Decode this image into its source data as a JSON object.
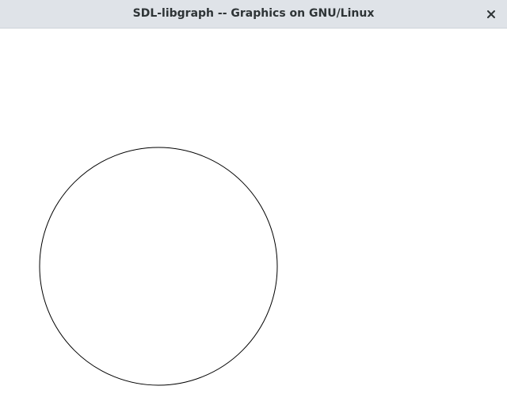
{
  "window": {
    "title": "SDL-libgraph -- Graphics on GNU/Linux",
    "close_icon": "close-icon"
  },
  "canvas": {
    "background": "#ffffff",
    "shapes": [
      {
        "type": "circle",
        "stroke": "#000000",
        "fill": "none"
      }
    ]
  }
}
